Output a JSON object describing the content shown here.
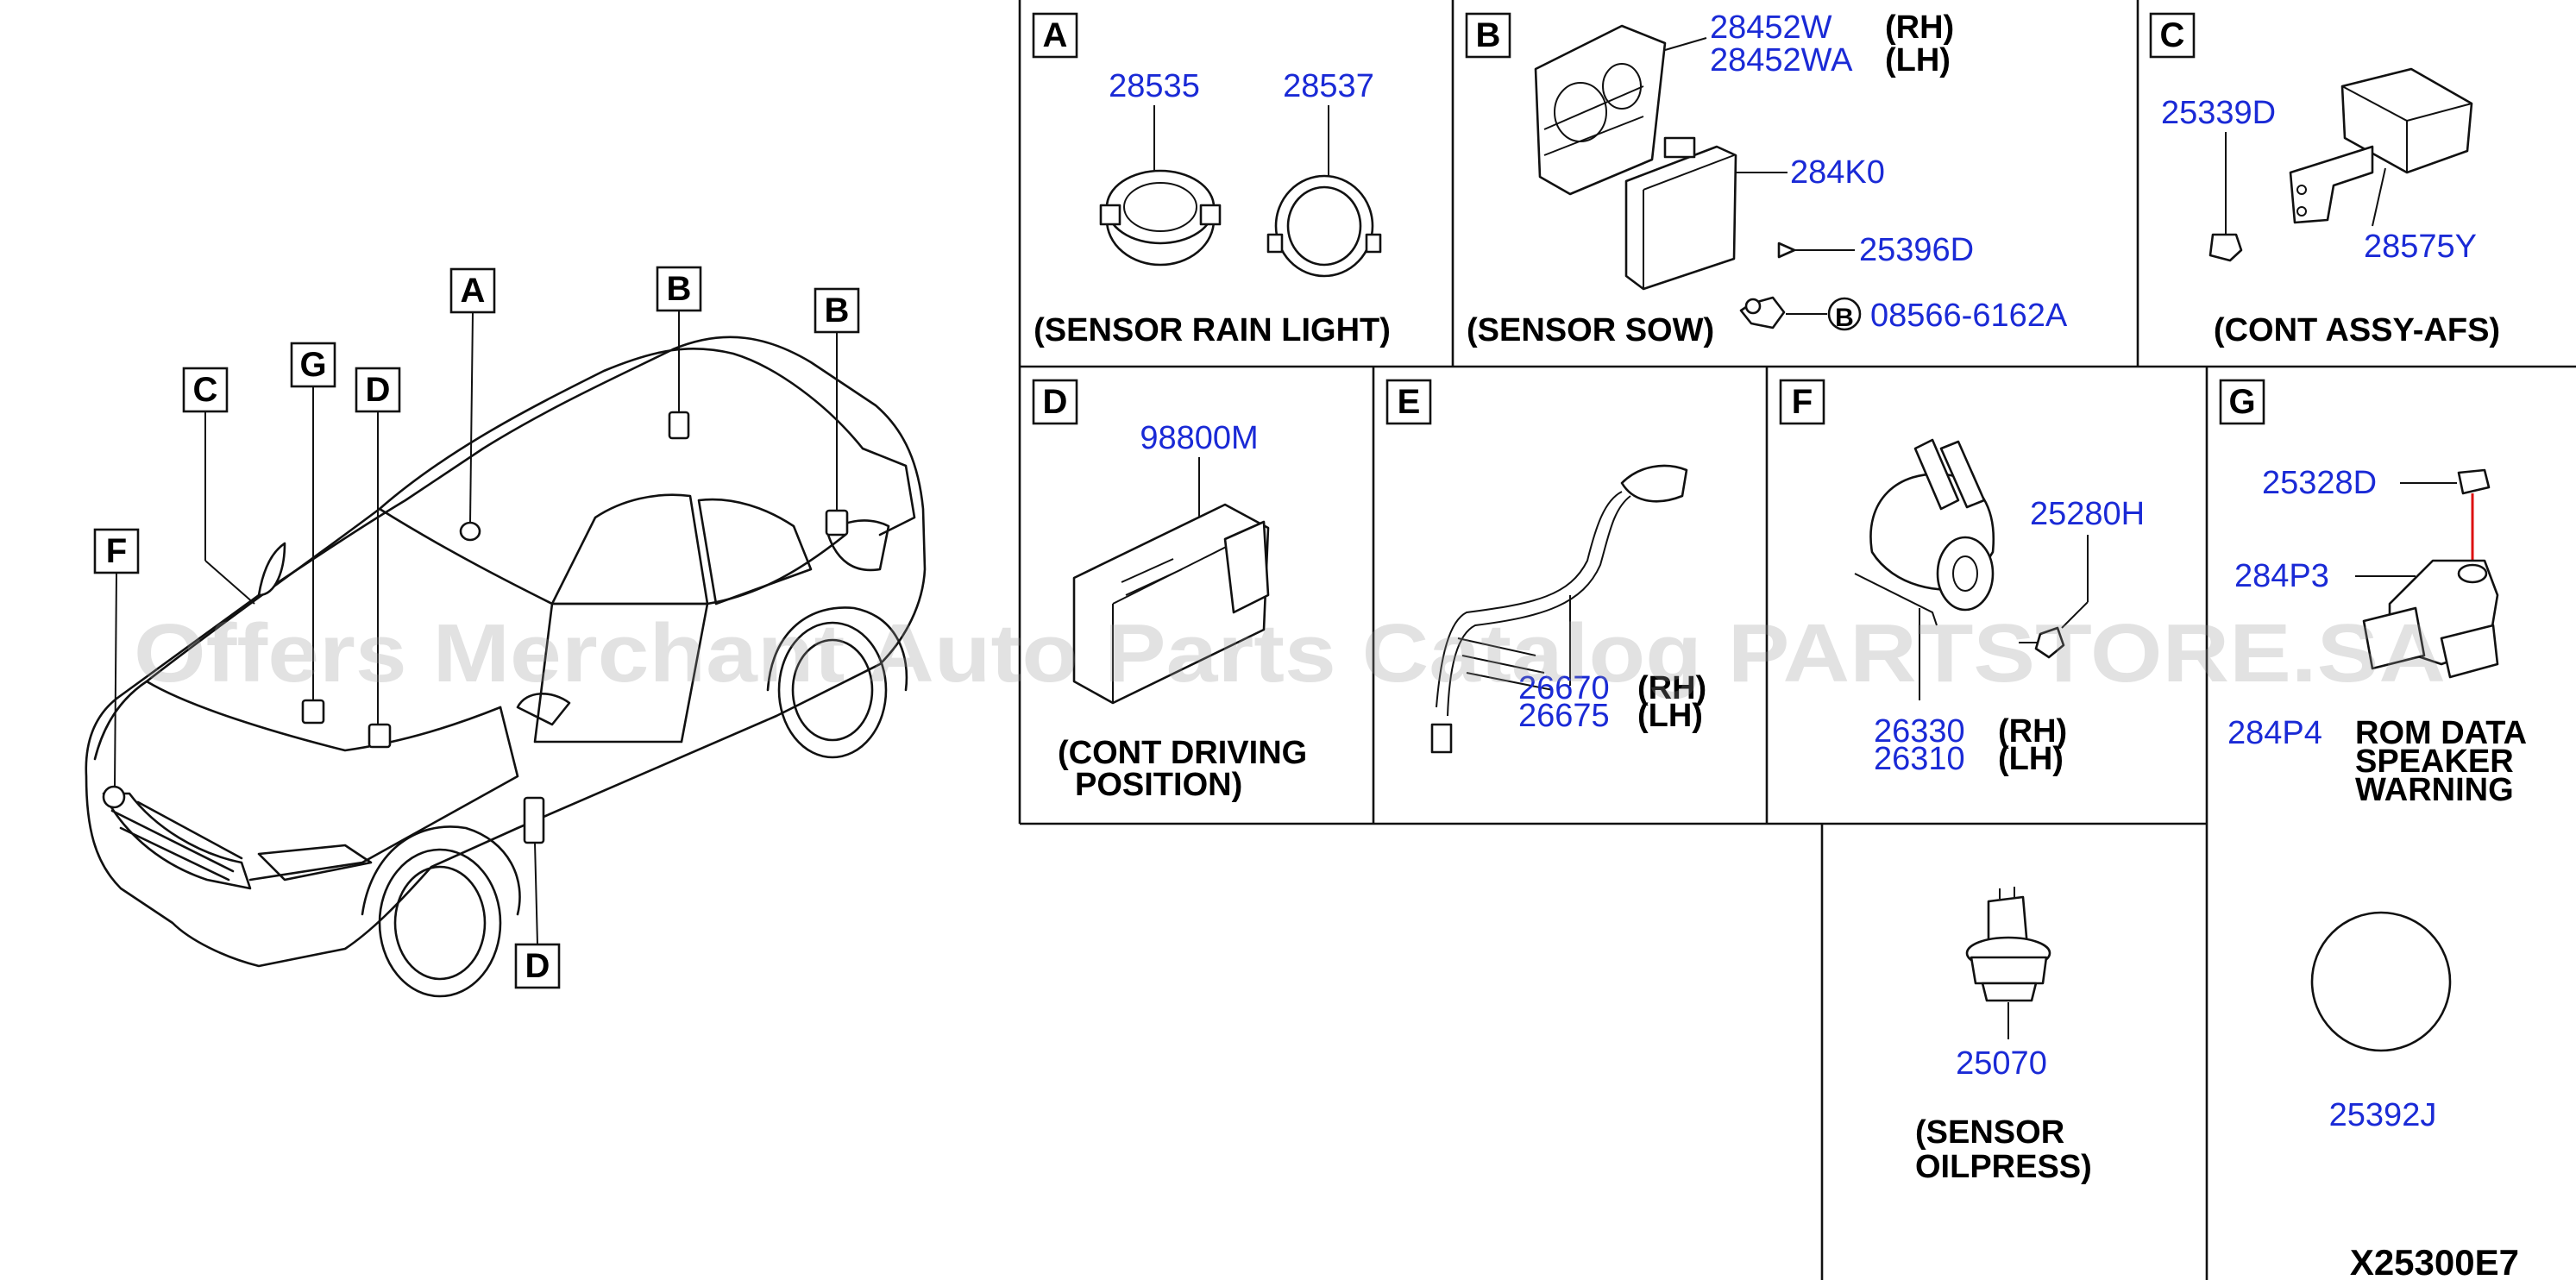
{
  "diagram_code": "X25300E7",
  "watermark": "Offers Merchant Auto Parts Catalog PARTSTORE.SA",
  "vehicle_callouts": [
    "A",
    "B",
    "B",
    "C",
    "G",
    "D",
    "F",
    "D"
  ],
  "sections": {
    "A": {
      "letter": "A",
      "parts": [
        "28535",
        "28537"
      ],
      "caption": "(SENSOR RAIN LIGHT)"
    },
    "B": {
      "letter": "B",
      "parts": [
        "28452W",
        "28452WA",
        "284K0",
        "25396D",
        "08566-6162A"
      ],
      "side_rh": "(RH)",
      "side_lh": "(LH)",
      "circle_ref": "B",
      "caption": "(SENSOR SOW)"
    },
    "C": {
      "letter": "C",
      "parts": [
        "25339D",
        "28575Y"
      ],
      "caption": "(CONT ASSY-AFS)"
    },
    "D": {
      "letter": "D",
      "parts": [
        "98800M"
      ],
      "caption_line1": "(CONT DRIVING",
      "caption_line2": "POSITION)"
    },
    "E": {
      "letter": "E",
      "parts": [
        "26670",
        "26675"
      ],
      "side_rh": "(RH)",
      "side_lh": "(LH)"
    },
    "F": {
      "letter": "F",
      "parts": [
        "25280H",
        "26330",
        "26310"
      ],
      "side_rh": "(RH)",
      "side_lh": "(LH)"
    },
    "G": {
      "letter": "G",
      "parts": [
        "25328D",
        "284P3",
        "284P4"
      ],
      "caption_line1": "ROM DATA",
      "caption_line2": "SPEAKER",
      "caption_line3": "WARNING"
    },
    "oilpress": {
      "parts": [
        "25070"
      ],
      "caption_line1": "(SENSOR",
      "caption_line2": "OILPRESS)"
    },
    "plug": {
      "parts": [
        "25392J"
      ]
    }
  }
}
